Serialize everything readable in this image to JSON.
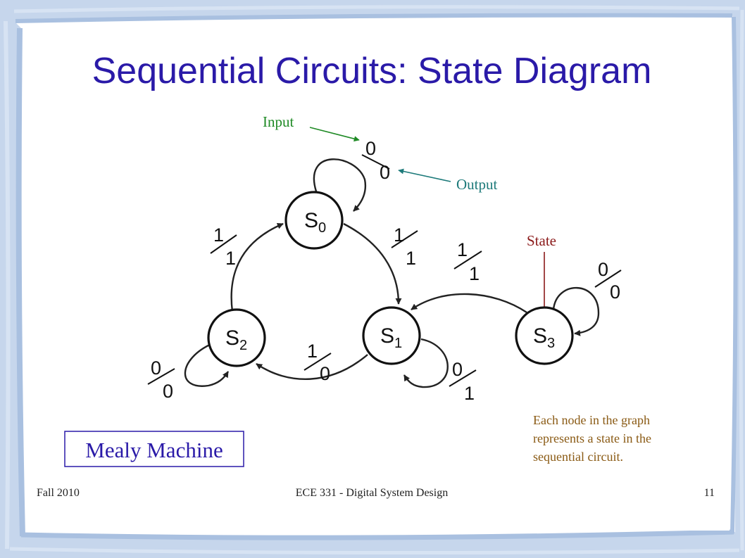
{
  "title": "Sequential Circuits: State Diagram",
  "colors": {
    "title": "#2a1aa8",
    "border_blue": "#b7cbe6",
    "input_annotation": "#1f8a25",
    "output_annotation": "#1d7a7a",
    "state_annotation": "#8b1a1a",
    "note_text": "#8a5a14",
    "mealy_text": "#2a1aa8"
  },
  "annotations": {
    "input": "Input",
    "output": "Output",
    "state": "State",
    "note_line1": "Each node in the graph",
    "note_line2": "represents a state in the",
    "note_line3": "sequential circuit."
  },
  "mealy_label": "Mealy Machine",
  "footer": {
    "left": "Fall 2010",
    "center": "ECE 331 - Digital System Design",
    "page": "11"
  },
  "states": [
    {
      "id": "s0",
      "letter": "S",
      "sub": "0"
    },
    {
      "id": "s1",
      "letter": "S",
      "sub": "1"
    },
    {
      "id": "s2",
      "letter": "S",
      "sub": "2"
    },
    {
      "id": "s3",
      "letter": "S",
      "sub": "3"
    }
  ],
  "transitions": [
    {
      "id": "s0-self",
      "from": "S0",
      "to": "S0",
      "input": "0",
      "output": "0"
    },
    {
      "id": "s0-s1",
      "from": "S0",
      "to": "S1",
      "input": "1",
      "output": "1"
    },
    {
      "id": "s1-s2",
      "from": "S1",
      "to": "S2",
      "input": "1",
      "output": "0"
    },
    {
      "id": "s2-s0",
      "from": "S2",
      "to": "S0",
      "input": "1",
      "output": "1"
    },
    {
      "id": "s2-self",
      "from": "S2",
      "to": "S2",
      "input": "0",
      "output": "0"
    },
    {
      "id": "s1-self",
      "from": "S1",
      "to": "S1",
      "input": "0",
      "output": "1"
    },
    {
      "id": "s3-s1",
      "from": "S3",
      "to": "S1",
      "input": "1",
      "output": "1"
    },
    {
      "id": "s3-self",
      "from": "S3",
      "to": "S3",
      "input": "0",
      "output": "0"
    }
  ]
}
